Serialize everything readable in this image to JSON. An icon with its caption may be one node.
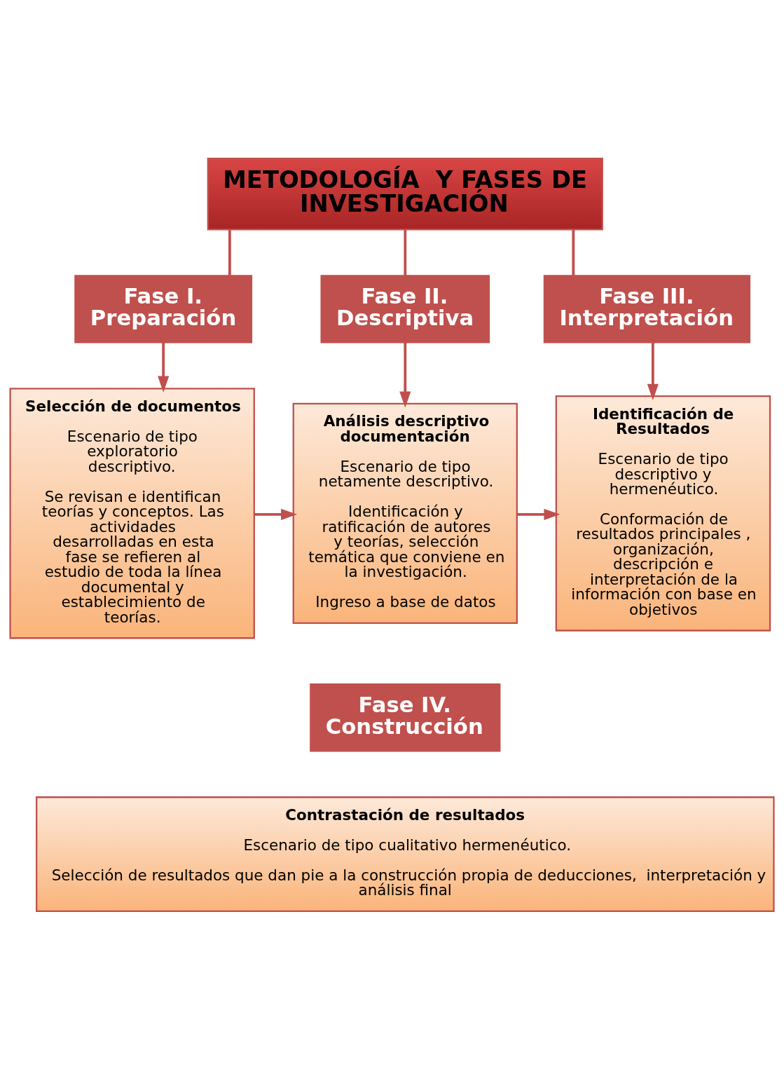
{
  "diagram": {
    "nodes": [
      {
        "text": [
          "METODOLOGÍA  Y FASES DE INVESTIGACIÓN"
        ]
      },
      {
        "text": [
          "Fase I. Preparación"
        ]
      },
      {
        "text": [
          "Fase II. Descriptiva"
        ]
      },
      {
        "text": [
          "Fase III. Interpretación"
        ]
      },
      {
        "text": [
          "Selección de documentos",
          "Escenario de tipo exploratorio descriptivo.",
          "Se revisan e identifican teorías y conceptos. Las actividades desarrolladas en esta fase se refieren al estudio de toda la línea documental y establecimiento de teorías."
        ]
      },
      {
        "text": [
          "Análisis descriptivo documentación",
          "Escenario de tipo netamente descriptivo.",
          "Identificación y ratificación de autores y teorías, selección temática que conviene en la investigación.",
          "Ingreso a base de datos"
        ]
      },
      {
        "text": [
          "Identificación de Resultados",
          "Escenario de tipo descriptivo y hermenéutico.",
          "Conformación de resultados principales , organización, descripción e interpretación de la información con base en objetivos"
        ]
      },
      {
        "text": [
          "Fase IV. Construcción"
        ]
      },
      {
        "text": [
          "Contrastación de resultados",
          "Escenario de tipo cualitativo hermenéutico.",
          "Selección de resultados que dan pie a la construcción propia de deducciones,  interpretación y análisis final"
        ]
      }
    ],
    "edges": [
      {
        "from": 0,
        "to": 1,
        "arrow": "none"
      },
      {
        "from": 0,
        "to": 2,
        "arrow": "none"
      },
      {
        "from": 0,
        "to": 3,
        "arrow": "none"
      },
      {
        "from": 1,
        "to": 4,
        "arrow": "to"
      },
      {
        "from": 2,
        "to": 5,
        "arrow": "to"
      },
      {
        "from": 3,
        "to": 6,
        "arrow": "to"
      },
      {
        "from": 4,
        "to": 5,
        "arrow": "to"
      },
      {
        "from": 5,
        "to": 6,
        "arrow": "to"
      }
    ]
  }
}
